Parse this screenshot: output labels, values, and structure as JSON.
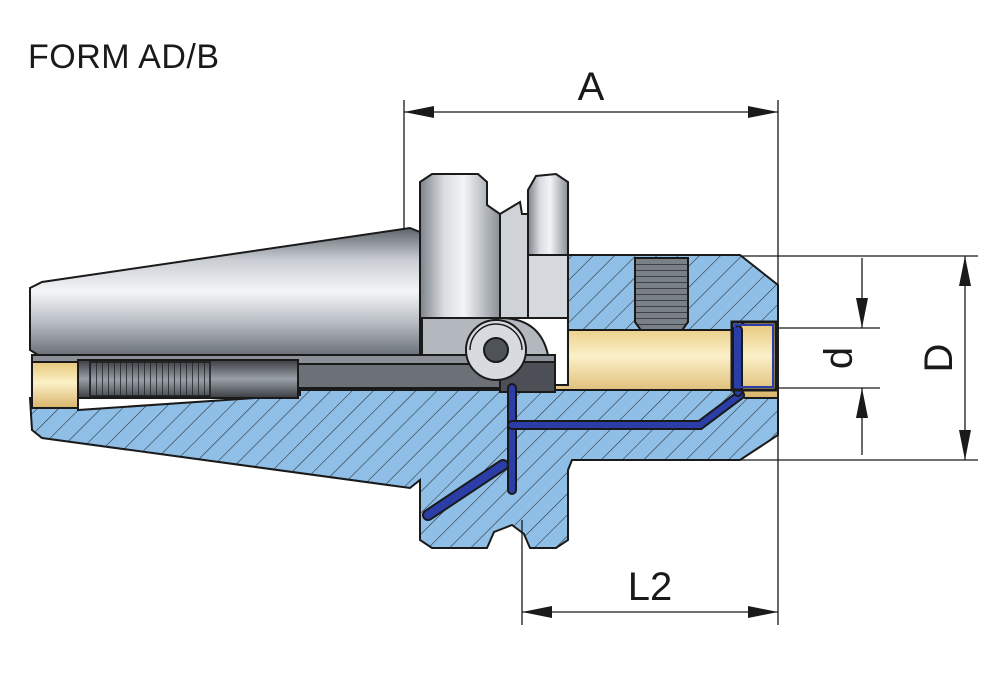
{
  "title": "FORM AD/B",
  "dimensions": {
    "A": "A",
    "L2": "L2",
    "d": "d",
    "D": "D"
  },
  "colors": {
    "section_fill": "#8fbfe6",
    "hatch": "#2a2a2a",
    "steel_light": "#e4e7ec",
    "steel_dark": "#6f7680",
    "coolant": "#2b3ea8",
    "bore_fill": "#f3e1a6",
    "line": "#1a1a1a"
  }
}
